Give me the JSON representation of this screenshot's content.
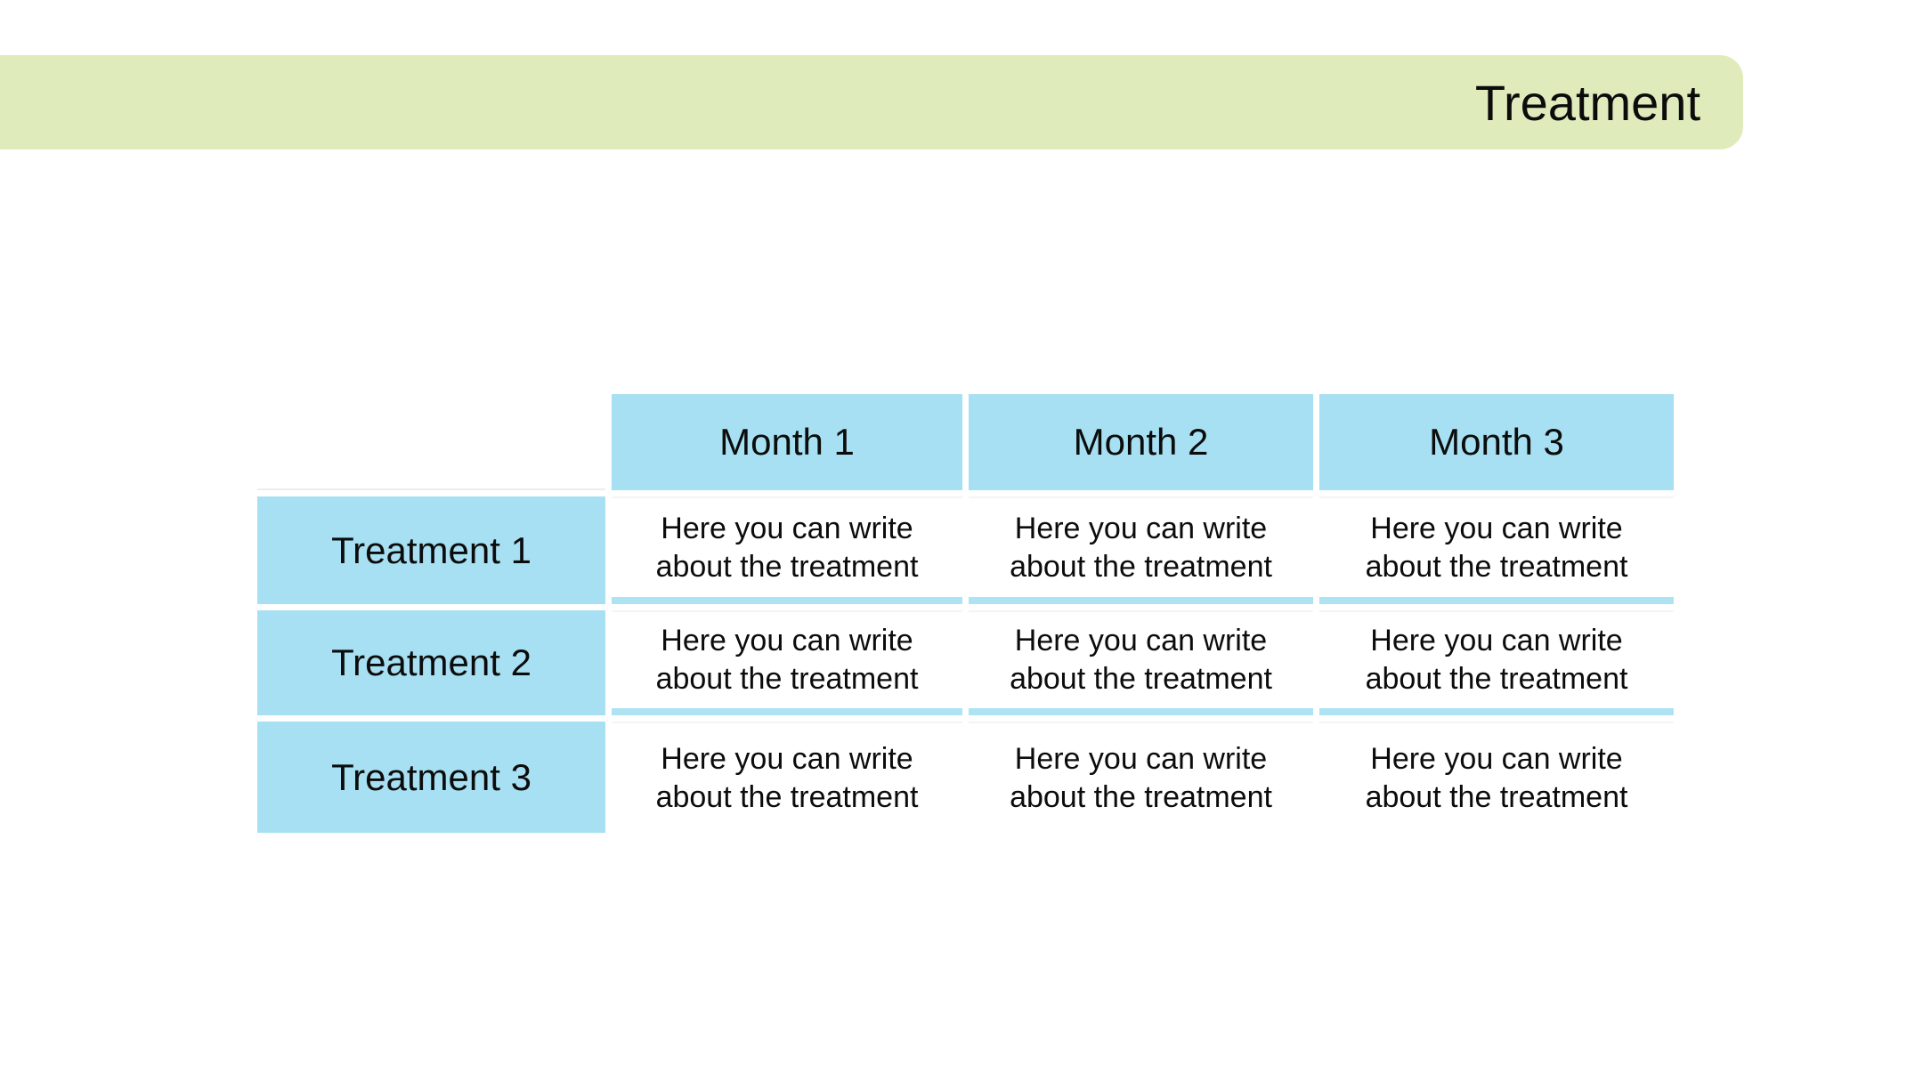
{
  "banner": {
    "title": "Treatment",
    "bg_color": "#e0ebbc"
  },
  "table": {
    "column_headers": [
      "Month 1",
      "Month 2",
      "Month 3"
    ],
    "rows": [
      {
        "label": "Treatment 1",
        "cells": [
          "Here you can write about the treatment",
          "Here you can write about the treatment",
          "Here you can write about the treatment"
        ]
      },
      {
        "label": "Treatment 2",
        "cells": [
          "Here you can write about the treatment",
          "Here you can write about the treatment",
          "Here you can write about the treatment"
        ]
      },
      {
        "label": "Treatment 3",
        "cells": [
          "Here you can write about the treatment",
          "Here you can write about the treatment",
          "Here you can write about the treatment"
        ]
      }
    ],
    "colors": {
      "header_fill": "#a6e0f2",
      "row_separator": "#aee3f4",
      "cell_fill": "#ffffff",
      "text": "#0c0c0c"
    }
  }
}
